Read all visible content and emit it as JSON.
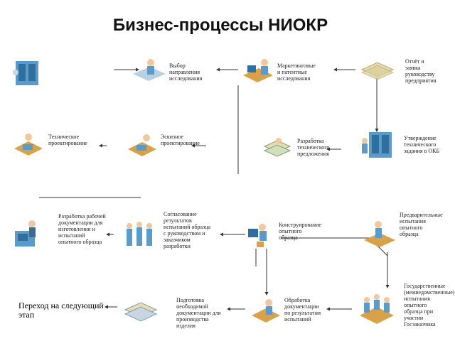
{
  "title": "Бизнес-процессы НИОКР",
  "labels": {
    "research_choice": "Выбор\nнаправления\nисследования",
    "market_research": "Маркетинговые\nи патентные\nисследования",
    "report_proposals": "Отчёт и\nзаявка\nруководству\nпредприятия",
    "tech_design": "Техническое\nпроектирование",
    "draft_design": "Эскизное\nпроектирование",
    "tech_proposal": "Разработка\nтехнического\nпредложения",
    "tech_spec_approval": "Утверждение\nтехнического\nзадания в ОКБ",
    "doc_development": "Разработка рабочей\nдокументации для\nизготовления и\nиспытаний\nопытного образца",
    "coordination": "Согласование\nрезультатов\nиспытаний образца\nс руководством и\nзаказчиком\nразработки",
    "prototype_construct": "Конструирование\nопытного\nобразца",
    "preliminary_tests": "Предварительные\nиспытания\nопытного\nобразца",
    "next_stage": "Переход на следующий\nэтап",
    "document_prep": "Подготовка\nнеобходимой\nдокументации для\nпроизводства\nизделия",
    "correction": "Обработка\nдокументации\nпо результатам\nиспытаний",
    "acceptance_tests": "Государственные\n(межведомственные)\nиспытания\nопытного\nобразца при\nучастии\nГосзаказчика"
  },
  "icons": {
    "server": "server-rack-icon",
    "person_desk": "person-at-desk-icon",
    "person_computer": "person-at-computer-icon",
    "documents": "document-stack-icon",
    "group": "people-group-icon"
  },
  "colors": {
    "line": "#333333",
    "equipment": "#5b9bc9",
    "equipment_dark": "#2f6f9e",
    "desk": "#d8a24a",
    "paper": "#e8ddb0"
  }
}
